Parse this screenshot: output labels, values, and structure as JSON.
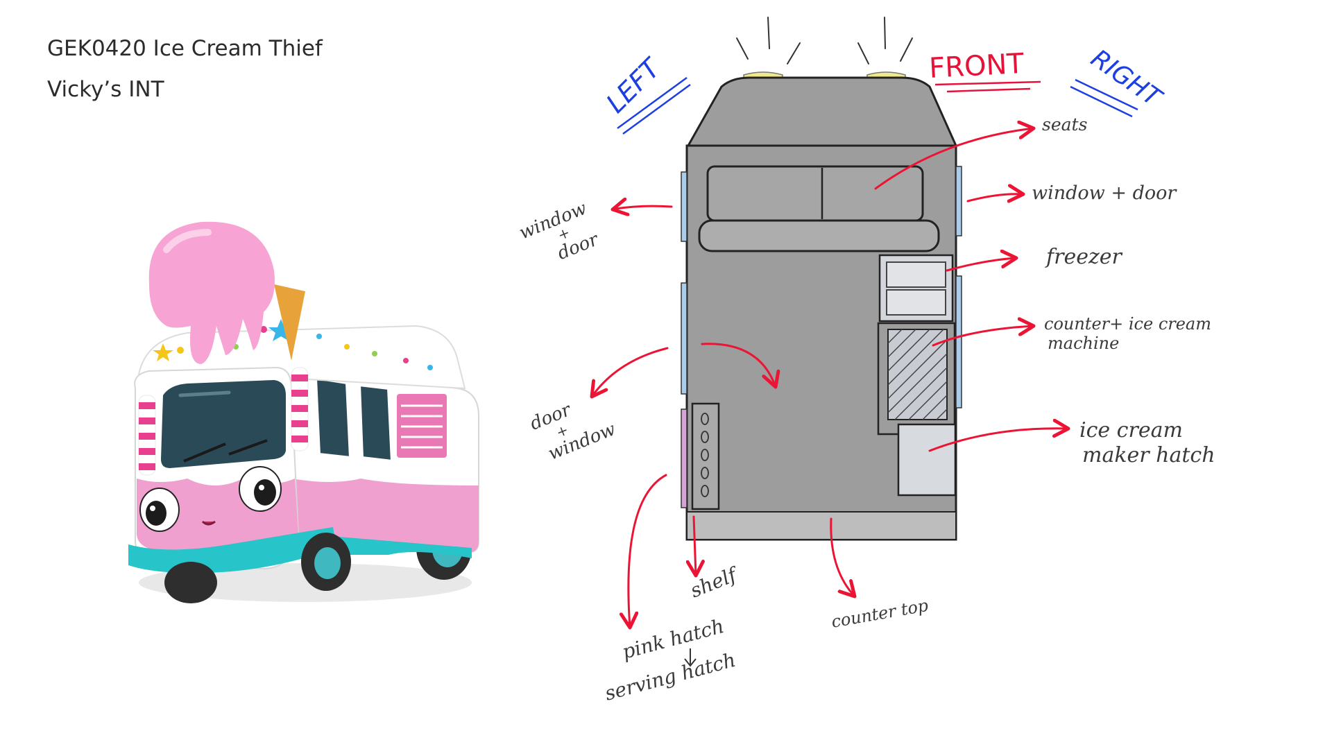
{
  "header": {
    "title": "GEK0420 Ice Cream Thief",
    "subtitle": "Vicky’s INT"
  },
  "directions": {
    "front": "FRONT",
    "left": "LEFT",
    "right": "RIGHT"
  },
  "labels": {
    "seats": "seats",
    "window_door_right": "window + door",
    "freezer": "freezer",
    "counter_machine_1": "counter+ ice cream",
    "counter_machine_2": "machine",
    "maker_hatch_1": "ice cream",
    "maker_hatch_2": "maker hatch",
    "window_door_left_1": "window",
    "window_door_left_2": "+",
    "window_door_left_3": "door",
    "door_window_left_1": "door",
    "door_window_left_2": "+",
    "door_window_left_3": "window",
    "shelf": "shelf",
    "pink_hatch": "pink hatch",
    "serving_hatch": "serving hatch",
    "counter_top": "counter top"
  },
  "colors": {
    "van_pink": "#f0a0cf",
    "van_teal": "#27c4c9",
    "floor_gray": "#9d9d9d",
    "arrow_red": "#ec1434",
    "front_red": "#e5133a",
    "side_blue": "#1d3fe0",
    "window_blue": "#a9cdea"
  }
}
